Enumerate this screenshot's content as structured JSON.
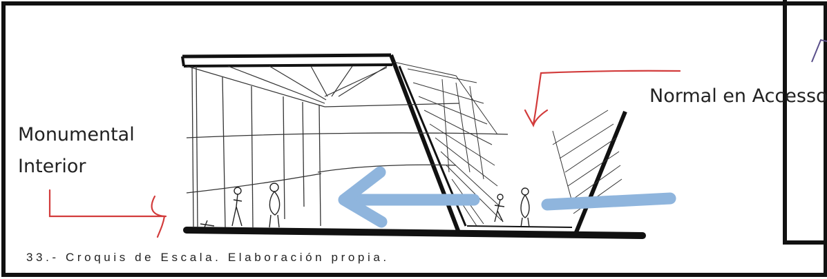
{
  "labels": {
    "monumental": "Monumental",
    "interior": "Interior",
    "normal_access": "Normal en Accesso"
  },
  "caption": "33.- Croquis de Escala. Elaboración propia.",
  "colors": {
    "frame": "#111111",
    "ink": "#1a1a1a",
    "annotation_red": "#d23b3b",
    "flow_arrow_blue": "#8fb5dd"
  }
}
